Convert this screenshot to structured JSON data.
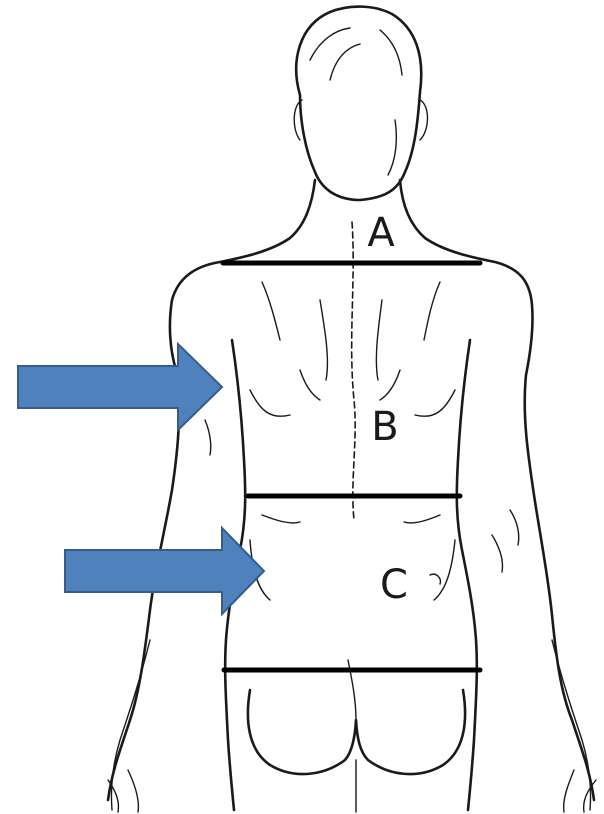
{
  "labels": {
    "a": "A",
    "b": "B",
    "c": "C"
  },
  "colors": {
    "arrow_fill": "#4f81bd",
    "arrow_stroke": "#385d8a",
    "line": "#000000"
  }
}
